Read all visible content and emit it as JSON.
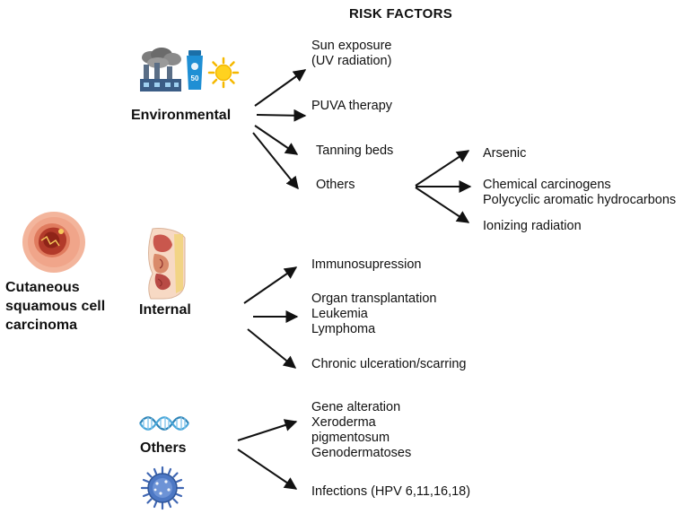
{
  "title": "RISK FACTORS",
  "condition": [
    "Cutaneous",
    "squamous cell",
    "carcinoma"
  ],
  "categories": {
    "environmental": "Environmental",
    "internal": "Internal",
    "others": "Others"
  },
  "environmental_items": {
    "sun": [
      "Sun exposure",
      "(UV radiation)"
    ],
    "puva": [
      "PUVA therapy"
    ],
    "tanning": [
      "Tanning beds"
    ],
    "others": [
      "Others"
    ]
  },
  "environmental_others_sub": {
    "arsenic": [
      "Arsenic"
    ],
    "chemical": [
      "Chemical carcinogens",
      "Polycyclic aromatic hydrocarbons"
    ],
    "ionizing": [
      "Ionizing radiation"
    ]
  },
  "internal_items": {
    "immuno": [
      "Immunosupression"
    ],
    "organ": [
      "Organ transplantation",
      "Leukemia",
      "Lymphoma"
    ],
    "chronic": [
      "Chronic ulceration/scarring"
    ]
  },
  "others_items": {
    "gene": [
      "Gene alteration",
      "Xeroderma",
      "pigmentosum",
      "Genodermatoses"
    ],
    "infections": [
      "Infections (HPV 6,11,16,18)"
    ]
  },
  "sunscreen_label": "50",
  "icons": [
    "factory-pollution-icon",
    "sunscreen-icon",
    "sun-icon",
    "skin-lesion-icon",
    "abdomen-anatomy-icon",
    "dna-helix-icon",
    "virus-icon"
  ],
  "colors": {
    "text": "#111111",
    "arrow": "#111111",
    "sun": "#f5b800",
    "sunscreen": "#1f8fd4",
    "dna": "#2c82b5",
    "virus": "#3f66b3",
    "lesion_skin": "#f0a58a",
    "lesion_core": "#b23a2a"
  }
}
